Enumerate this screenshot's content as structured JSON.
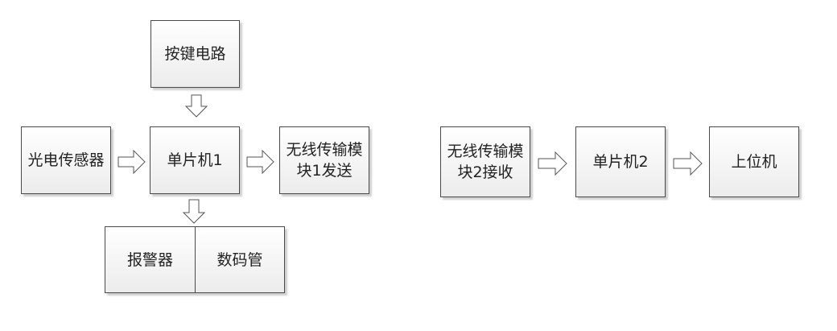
{
  "nodes": {
    "keys": "按键电路",
    "sensor": "光电传感器",
    "mcu1": "单片机1",
    "tx": "无线传输模块1发送",
    "alarm": "报警器",
    "display": "数码管",
    "rx": "无线传输模块2接收",
    "mcu2": "单片机2",
    "host": "上位机"
  }
}
